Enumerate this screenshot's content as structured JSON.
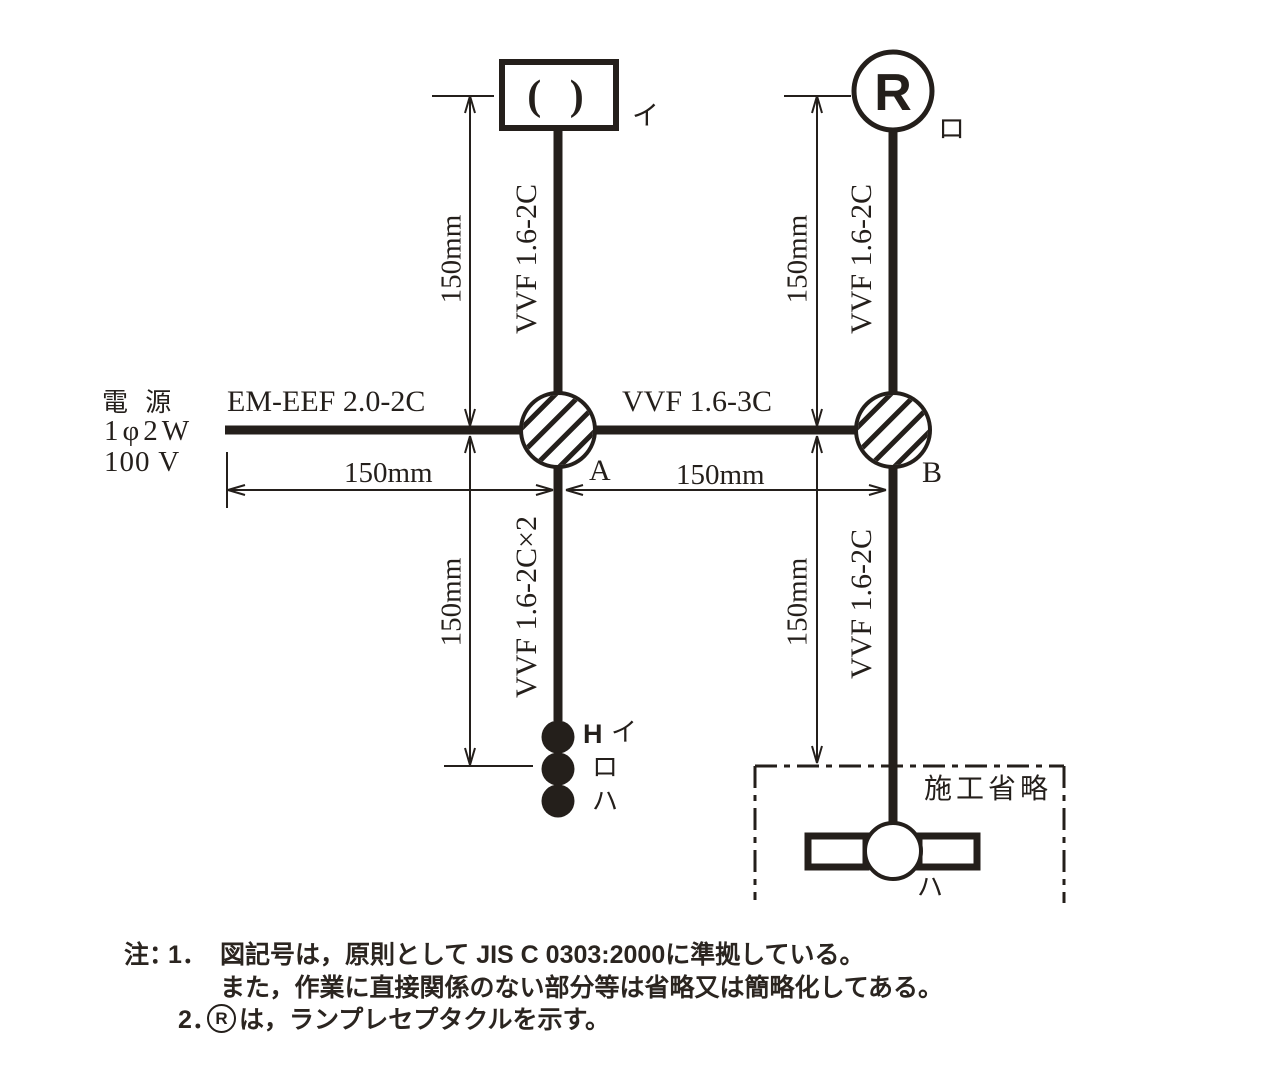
{
  "diagram": {
    "power": {
      "line1": "電 源",
      "line2": "1φ2W",
      "line3": "100 V"
    },
    "cables": {
      "source": "EM-EEF 2.0-2C",
      "a_b": "VVF 1.6-3C",
      "a_up": "VVF 1.6-2C",
      "b_up": "VVF 1.6-2C",
      "a_down": "VVF 1.6-2C×2",
      "b_down": "VVF 1.6-2C"
    },
    "dims": {
      "a_up": "150mm",
      "b_up": "150mm",
      "a_down": "150mm",
      "b_down": "150mm",
      "left": "150mm",
      "right": "150mm"
    },
    "devices": {
      "ceiling_light": {
        "glyph": "( )",
        "tag": "イ"
      },
      "receptacle": {
        "glyph": "R",
        "tag": "ロ"
      },
      "junction_a": "A",
      "junction_b": "B",
      "switch_h_prefix": "H",
      "switch_tags": [
        "イ",
        "ロ",
        "ハ"
      ],
      "omission": {
        "title": "施工省略",
        "tag": "ハ"
      }
    },
    "notes": {
      "prefix": "注：",
      "n1_num": "1．",
      "n1_line1": "図記号は，原則として JIS C 0303:2000に準拠している。",
      "n1_line2": "また，作業に直接関係のない部分等は省略又は簡略化してある。",
      "n2_num": "2．",
      "n2_symbol": "R",
      "n2_text": "は，ランプレセプタクルを示す。"
    }
  }
}
